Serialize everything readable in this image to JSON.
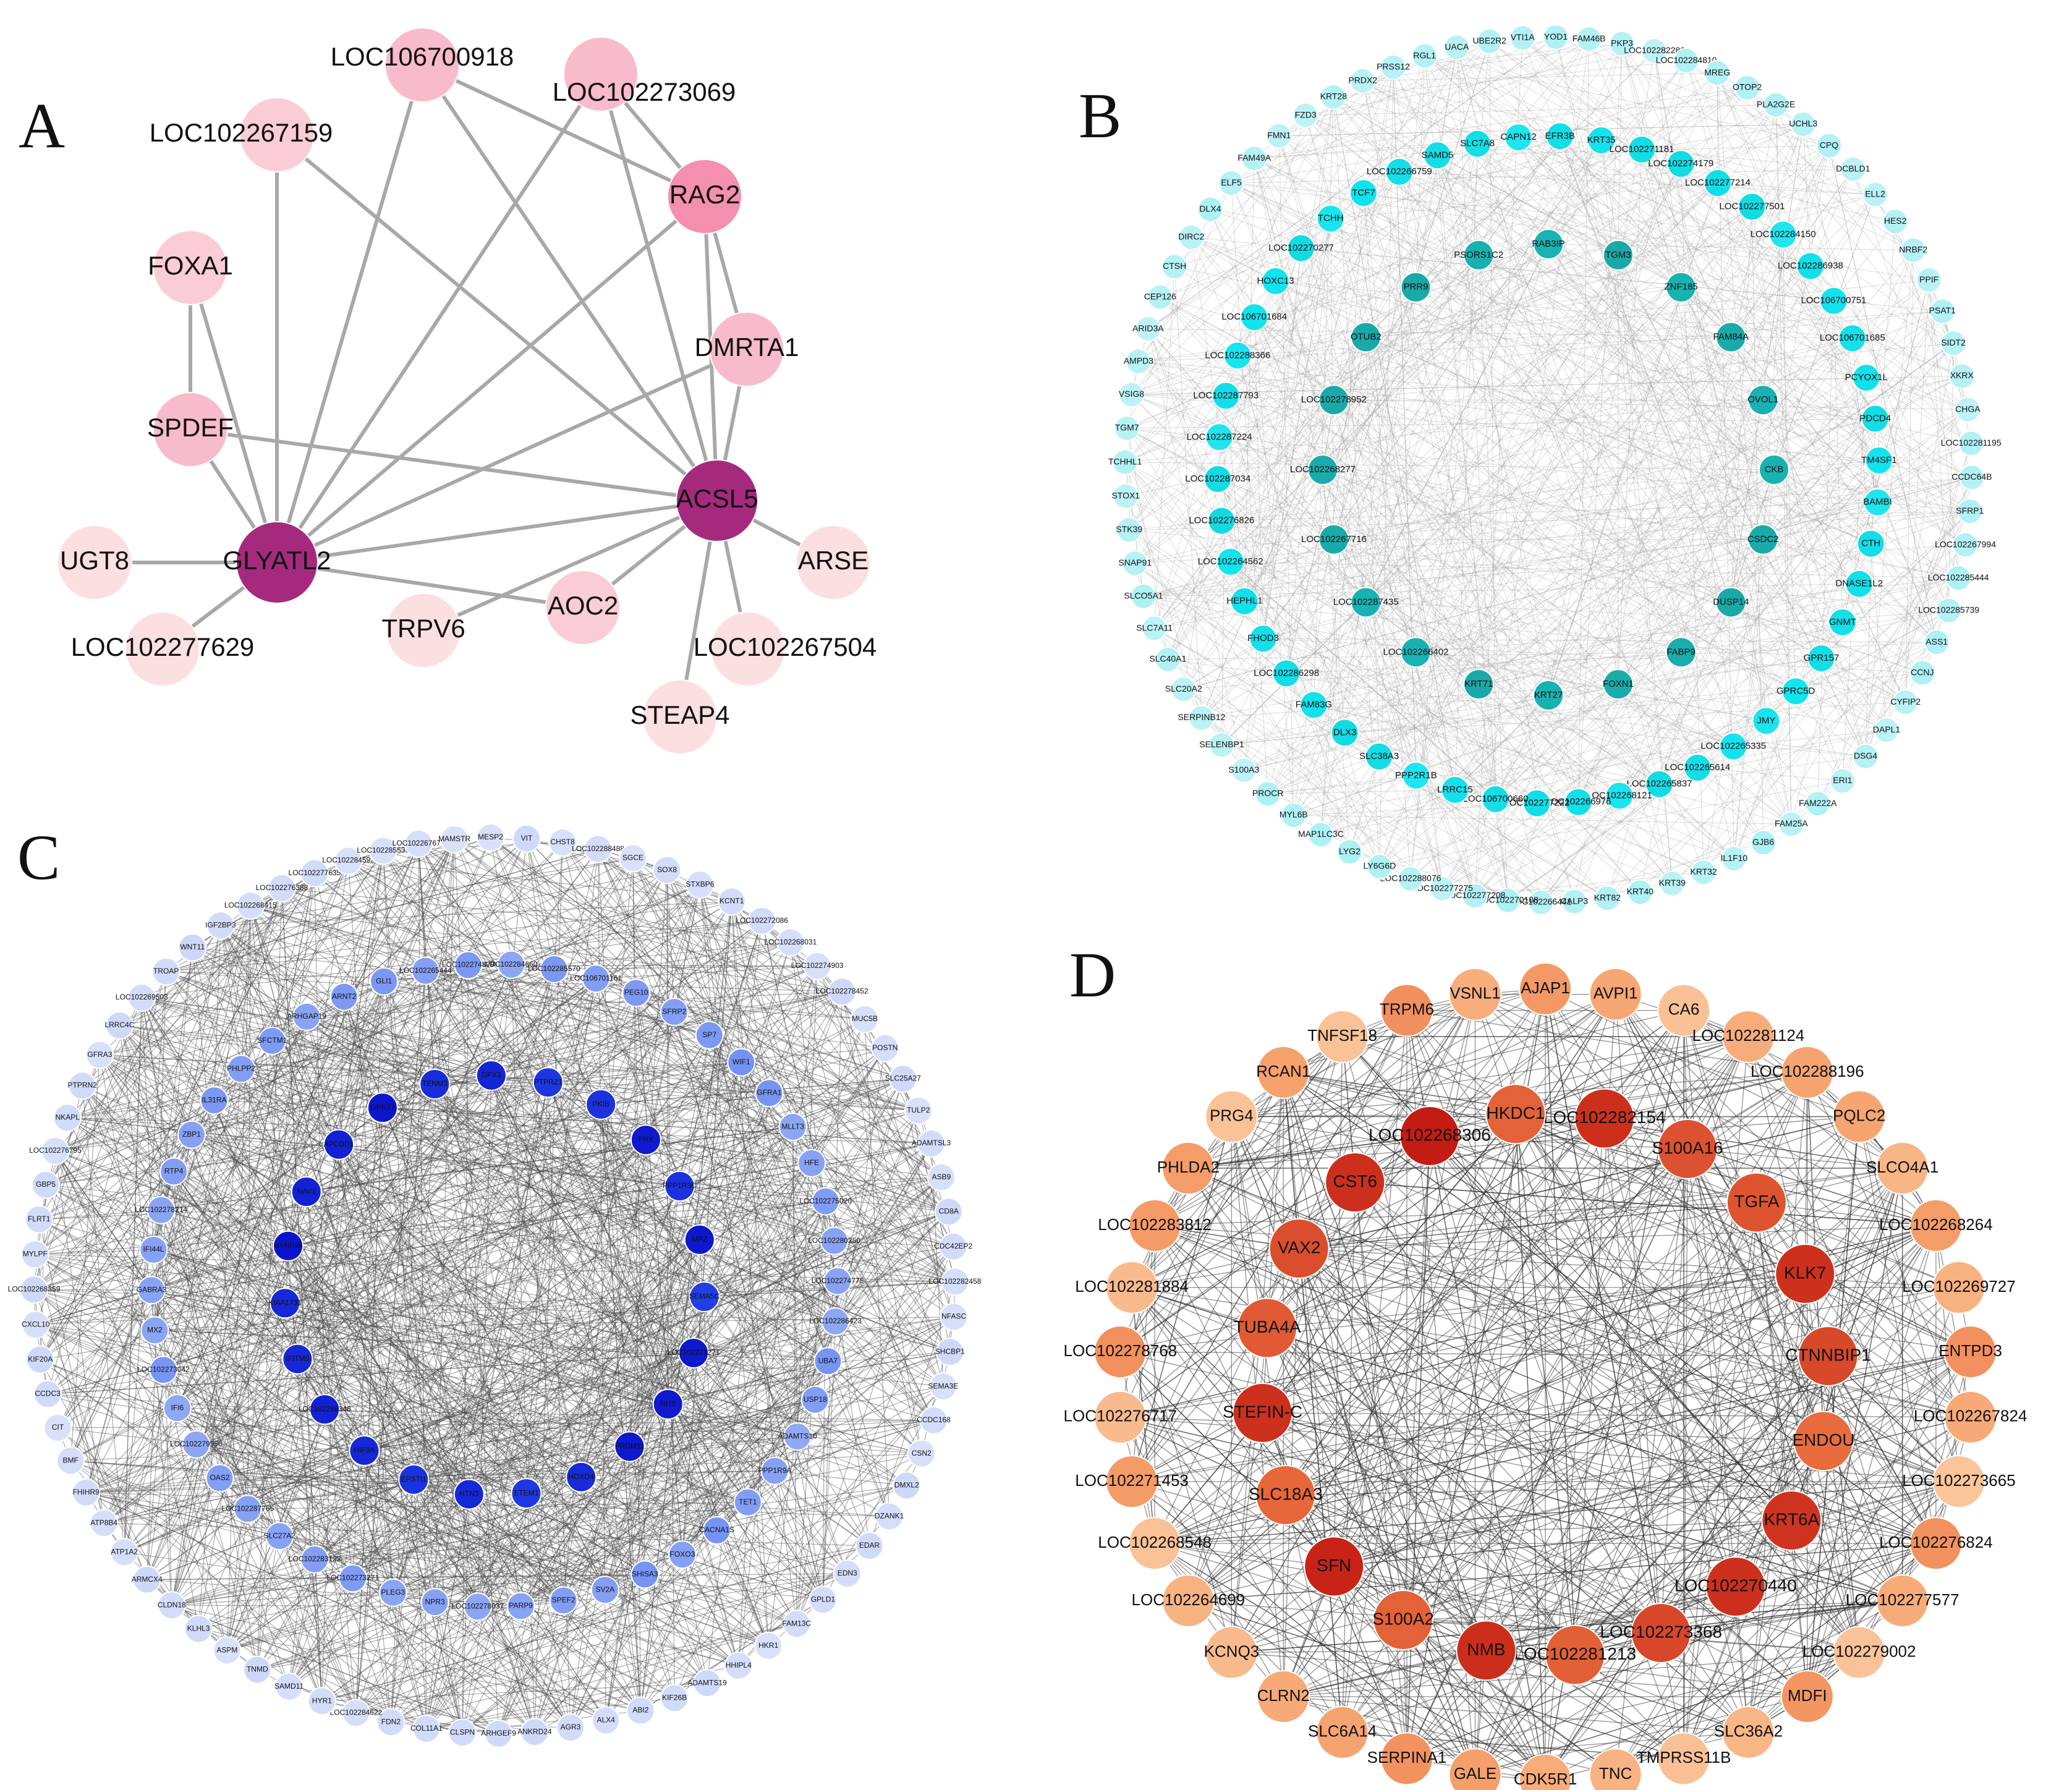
{
  "panels": [
    {
      "id": "A",
      "letter": "A",
      "fill_ramp": [
        "#f6a9c0",
        "#fcdfe1"
      ],
      "hub_color": "#a52a7e",
      "mid_color": "#f48fae",
      "hubs": [
        "GLYATL2",
        "ACSL5"
      ],
      "mid": [
        "RAG2"
      ],
      "nodes": [
        "LOC106700918",
        "LOC102273069",
        "LOC102267159",
        "RAG2",
        "FOXA1",
        "DMRTA1",
        "SPDEF",
        "ACSL5",
        "GLYATL2",
        "UGT8",
        "ARSE",
        "AOC2",
        "TRPV6",
        "LOC102277629",
        "LOC102267504",
        "STEAP4"
      ],
      "edges": [
        [
          "GLYATL2",
          "LOC106700918"
        ],
        [
          "GLYATL2",
          "LOC102267159"
        ],
        [
          "GLYATL2",
          "LOC102273069"
        ],
        [
          "GLYATL2",
          "RAG2"
        ],
        [
          "GLYATL2",
          "DMRTA1"
        ],
        [
          "GLYATL2",
          "FOXA1"
        ],
        [
          "GLYATL2",
          "SPDEF"
        ],
        [
          "GLYATL2",
          "UGT8"
        ],
        [
          "GLYATL2",
          "LOC102277629"
        ],
        [
          "GLYATL2",
          "AOC2"
        ],
        [
          "GLYATL2",
          "ACSL5"
        ],
        [
          "ACSL5",
          "LOC106700918"
        ],
        [
          "ACSL5",
          "LOC102273069"
        ],
        [
          "ACSL5",
          "LOC102267159"
        ],
        [
          "ACSL5",
          "RAG2"
        ],
        [
          "ACSL5",
          "DMRTA1"
        ],
        [
          "ACSL5",
          "SPDEF"
        ],
        [
          "ACSL5",
          "ARSE"
        ],
        [
          "ACSL5",
          "LOC102267504"
        ],
        [
          "ACSL5",
          "STEAP4"
        ],
        [
          "ACSL5",
          "TRPV6"
        ],
        [
          "ACSL5",
          "AOC2"
        ],
        [
          "LOC106700918",
          "RAG2"
        ],
        [
          "LOC102273069",
          "RAG2"
        ],
        [
          "FOXA1",
          "SPDEF"
        ],
        [
          "RAG2",
          "DMRTA1"
        ]
      ]
    },
    {
      "id": "B",
      "letter": "B",
      "fill_ramp": [
        "#1aa7a5",
        "#12e4ee",
        "#c8f3f6"
      ],
      "inner": [
        "RAB3IP",
        "TGM3",
        "ZNF185",
        "FAM84A",
        "OVOL1",
        "CKB",
        "CSDC2",
        "DUSP14",
        "FABP9",
        "FOXN1",
        "KRT27",
        "KRT71",
        "LOC102266402",
        "LOC102287435",
        "LOC102267716",
        "LOC102268277",
        "LOC102278952",
        "OTUB2",
        "PRR9",
        "PSORS1C2"
      ],
      "middle": [
        "EFR3B",
        "KRT35",
        "LOC102271181",
        "LOC102274179",
        "LOC102277214",
        "LOC102277501",
        "LOC102284150",
        "LOC102286938",
        "LOC106700751",
        "LOC106701685",
        "PCYOX1L",
        "PDCD4",
        "TM4SF1",
        "BAMBI",
        "CTH",
        "DNASE1L2",
        "GNMT",
        "GPR157",
        "GPRC5D",
        "JMY",
        "LOC102265335",
        "LOC102265614",
        "LOC102265837",
        "LOC102268121",
        "LOC102266976",
        "LOC102277222",
        "LOC106700660",
        "LRRC15",
        "PPP2R1B",
        "SLC38A3",
        "DLX3",
        "FAM83G",
        "LOC102286298",
        "FHOD3",
        "HEPHL1",
        "LOC102264562",
        "LOC102276826",
        "LOC102287034",
        "LOC102287224",
        "LOC102287793",
        "LOC102288366",
        "LOC106701684",
        "HOXC13",
        "LOC102270277",
        "TCHH",
        "TCF7",
        "LOC102266759",
        "SAMD5",
        "SLC7A8",
        "CAPN12"
      ],
      "outer": [
        "YOD1",
        "FAM46B",
        "PKP3",
        "LOC102282286",
        "LOC102284810",
        "MREG",
        "OTOP2",
        "PLA2G2E",
        "UCHL3",
        "CPQ",
        "DCBLD1",
        "ELL2",
        "HES2",
        "NRBF2",
        "PPIF",
        "PSAT1",
        "SIDT2",
        "XKRX",
        "CHGA",
        "LOC102281195",
        "CCDC64B",
        "SFRP1",
        "LOC102267994",
        "LOC102285444",
        "LOC102285739",
        "ASS1",
        "CCNJ",
        "CYFIP2",
        "DAPL1",
        "DSG4",
        "ERI1",
        "FAM222A",
        "FAM25A",
        "GJB6",
        "IL1F10",
        "KRT32",
        "KRT39",
        "KRT40",
        "KRT82",
        "CALP3",
        "LOC102266441",
        "LOC102270108",
        "LOC102277208",
        "LOC102277275",
        "LOC102288076",
        "LY6G6D",
        "LYG2",
        "MAP1LC3C",
        "MYL6B",
        "PROCR",
        "S100A3",
        "SELENBP1",
        "SERPINB12",
        "SLC20A2",
        "SLC40A1",
        "SLC7A11",
        "SLCO5A1",
        "SNAP91",
        "STK39",
        "STOX1",
        "TCHHL1",
        "TGM7",
        "VSIG8",
        "AMPD3",
        "ARID3A",
        "CEP126",
        "CTSH",
        "DIRC2",
        "DLX4",
        "ELF5",
        "FAM49A",
        "FMN1",
        "FZD3",
        "KRT28",
        "PRDX2",
        "PRSS12",
        "RGL1",
        "UACA",
        "UBE2R2",
        "VTI1A"
      ],
      "edges": []
    },
    {
      "id": "C",
      "letter": "C",
      "fill_ramp": [
        "#0a10c8",
        "#2f5af5",
        "#8fa8f4",
        "#dfe6fb"
      ],
      "inner": [
        "PRDM11",
        "HOXD4",
        "ETEM1",
        "HTN3",
        "EPSTI1",
        "HIF3A",
        "LOC102288346",
        "IFITM5",
        "KIAA1731",
        "NYNRIN",
        "NAV1",
        "APCDD1",
        "GPR37",
        "TENM3",
        "GPX3",
        "PTPRZ1",
        "PKIB",
        "PRX",
        "PPP1R3C",
        "MPZ",
        "SEMA5C",
        "LOC102271271",
        "NHS"
      ],
      "middle": [
        "LOC102285570",
        "LOC106701161",
        "PEG10",
        "SFRP2",
        "SP7",
        "WIF1",
        "GFRA1",
        "MLLT3",
        "HFE",
        "LOC102275020",
        "LOC102280250",
        "LOC102274775",
        "LOC102286423",
        "UBA7",
        "USP18",
        "ADAMTS10",
        "PPP1R9A",
        "TET1",
        "CACNA1S",
        "FOXO3",
        "SHISA3",
        "SV2A",
        "SPEF2",
        "PARP9",
        "LOC102278037",
        "NPR3",
        "PLEG3",
        "LOC102273271",
        "LOC102283122",
        "SLC27A2",
        "LOC102287765",
        "OAS2",
        "LOC102279956",
        "IFI6",
        "LOC102273042",
        "MX2",
        "GABRA3",
        "IFI44L",
        "LOC102278214",
        "RTP4",
        "ZBP1",
        "IL31RA",
        "PHLPP2",
        "SFCTM1",
        "ARHGAP19",
        "ARNT2",
        "GLI1",
        "LOC102265444",
        "LOC102274879",
        "LOC102284660"
      ],
      "outer": [
        "VIT",
        "CHST8",
        "LOC102288488",
        "SGCE",
        "SOX8",
        "STXBP6",
        "KCNT1",
        "LOC102272086",
        "LOC102268031",
        "LOC102274903",
        "LOC102278452",
        "MUC5B",
        "POSTN",
        "SLC25A27",
        "TULP2",
        "ADAMTSL3",
        "ASB9",
        "CD8A",
        "CDC42EP2",
        "LOC102282458",
        "NFASC",
        "SHCBP1",
        "SEMA3E",
        "CCDC168",
        "CSN2",
        "DMXL2",
        "DZANK1",
        "EDAR",
        "EDN3",
        "GPLD1",
        "FAM13C",
        "HKR1",
        "HHIPL4",
        "ADAMTS19",
        "KIF26B",
        "ABI2",
        "ALX4",
        "AGR3",
        "ANKRD24",
        "ARHGEF9",
        "CLSPN",
        "COL11A1",
        "FDN2",
        "LOC102284622",
        "HYR1",
        "SAMD11",
        "TNMD",
        "ASPM",
        "KLHL3",
        "CLDN18",
        "ARMCX4",
        "ATP1A2",
        "ATP8B4",
        "FHIHR9",
        "BMF",
        "CIT",
        "CCDC3",
        "KIF20A",
        "CXCL10",
        "LOC102268359",
        "MYLPF",
        "FLRT1",
        "GBP5",
        "LOC102276795",
        "NKAPL",
        "PTPRN2",
        "GFRA3",
        "LRRC4C",
        "LOC102269503",
        "TROAP",
        "WNT11",
        "IGF2BP3",
        "LOC102268415",
        "LOC102276388",
        "LOC102277635",
        "LOC102284592",
        "LOC102285533",
        "LOC102267670",
        "MAMSTR",
        "MESP2"
      ],
      "edges": []
    },
    {
      "id": "D",
      "letter": "D",
      "fill_ramp": [
        "#c0150f",
        "#e86a3c",
        "#f6a36e",
        "#fdd5b0"
      ],
      "inner": [
        "LOC102282154",
        "S100A16",
        "TGFA",
        "KLK7",
        "CTNNBIP1",
        "ENDOU",
        "KRT6A",
        "LOC102270440",
        "LOC102273368",
        "LOC102281213",
        "NMB",
        "S100A2",
        "SFN",
        "SLC18A3",
        "STEFIN-C",
        "TUBA4A",
        "VAX2",
        "CST6",
        "LOC102268306",
        "HKDC1"
      ],
      "outer": [
        "AJAP1",
        "AVPI1",
        "CA6",
        "LOC102281124",
        "LOC102288196",
        "PQLC2",
        "SLCO4A1",
        "LOC102268264",
        "LOC102269727",
        "ENTPD3",
        "LOC102267824",
        "LOC102273665",
        "LOC102276824",
        "LOC102277577",
        "LOC102279002",
        "MDFI",
        "SLC36A2",
        "TMPRSS11B",
        "TNC",
        "CDK5R1",
        "GALE",
        "SERPINA1",
        "SLC6A14",
        "CLRN2",
        "KCNQ3",
        "LOC102264699",
        "LOC102268548",
        "LOC102271453",
        "LOC102276717",
        "LOC102278768",
        "LOC102281884",
        "LOC102283812",
        "PHLDA2",
        "PRG4",
        "RCAN1",
        "TNFSF18",
        "TRPM6",
        "VSNL1"
      ],
      "edges": []
    }
  ]
}
